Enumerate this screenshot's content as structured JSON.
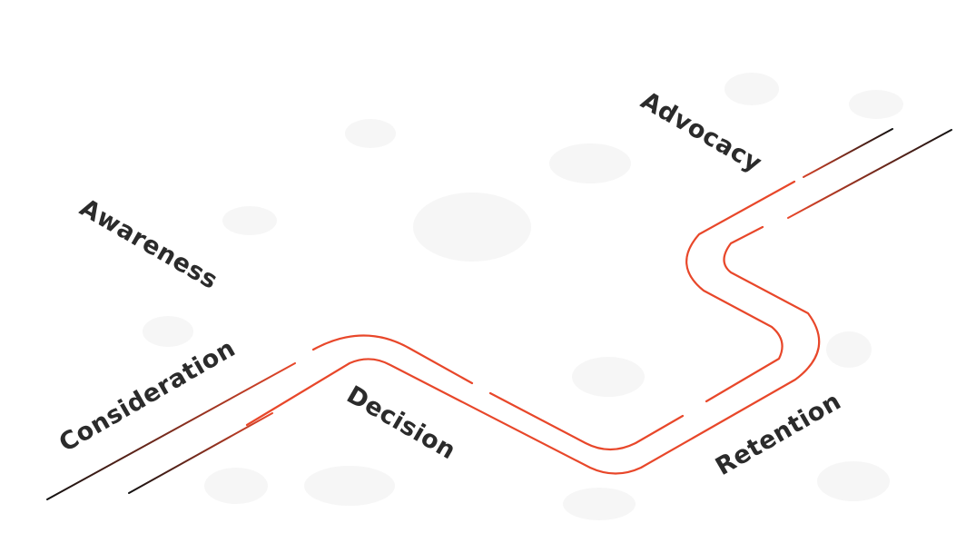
{
  "colors": {
    "road": "#e8472a",
    "road_dark": "#1a1414",
    "label": "#2b2b2b",
    "decor": "#eeeeee"
  },
  "stages": {
    "awareness": "Awareness",
    "consideration": "Consideration",
    "decision": "Decision",
    "retention": "Retention",
    "advocacy": "Advocacy"
  }
}
